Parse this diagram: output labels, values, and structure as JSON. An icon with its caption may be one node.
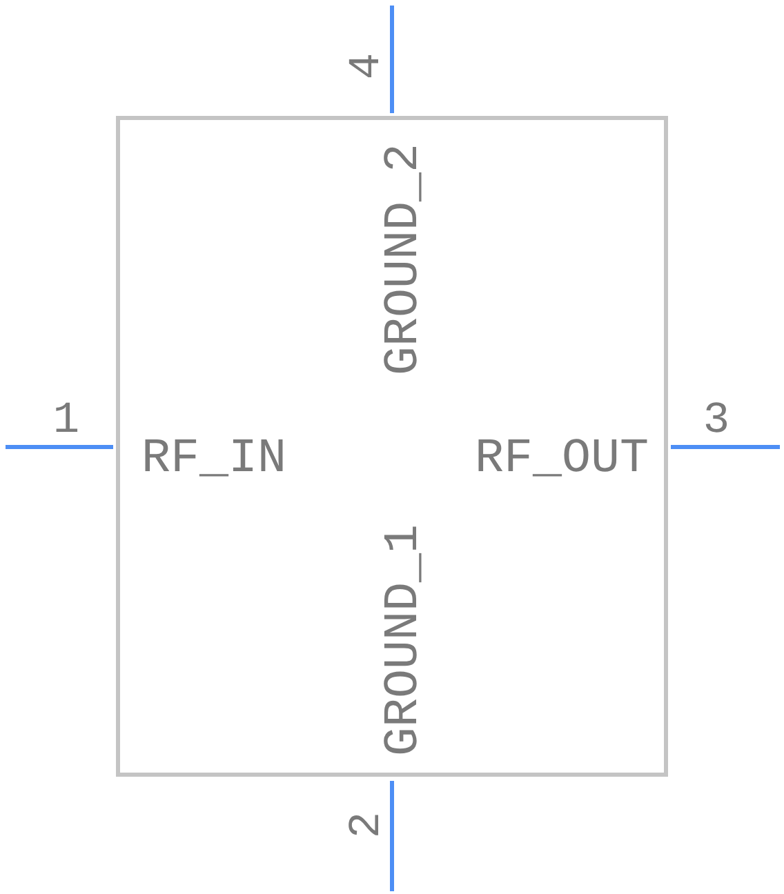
{
  "diagram": {
    "nodes": [
      {
        "text": [
          "GROUND_2",
          "RF_IN",
          "RF_OUT",
          "GROUND_1"
        ]
      }
    ],
    "labels": [
      "4",
      "1",
      "3",
      "2"
    ]
  }
}
